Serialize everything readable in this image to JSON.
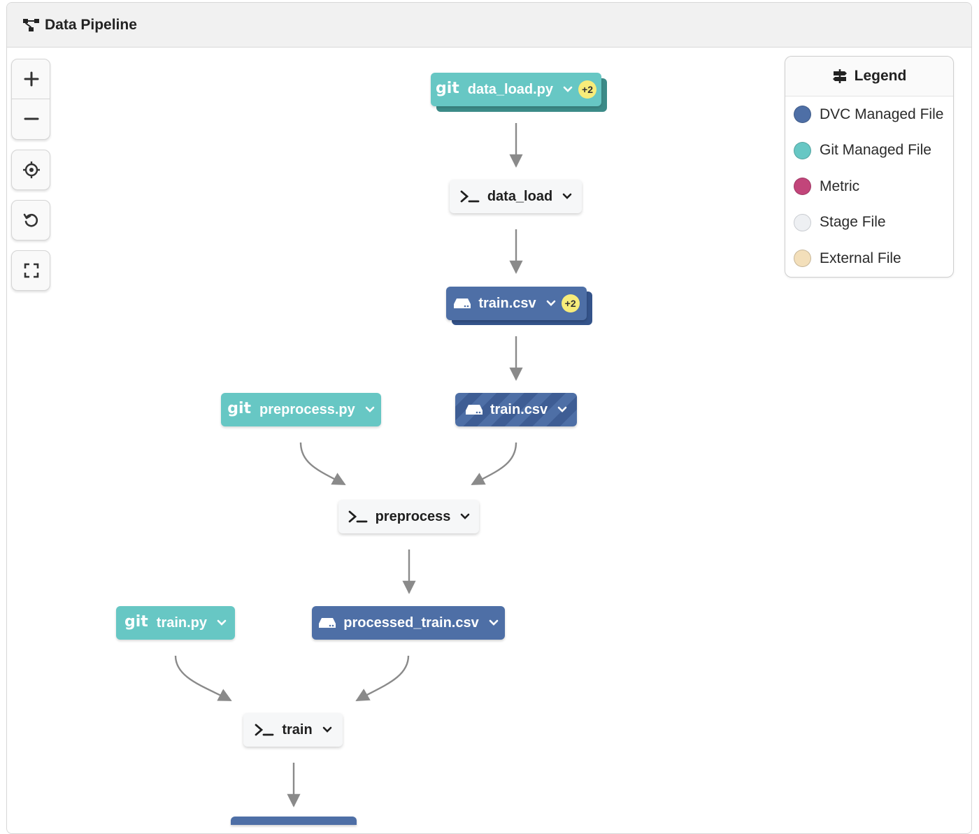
{
  "header": {
    "title": "Data Pipeline"
  },
  "controls": {
    "zoom_in": "zoom-in",
    "zoom_out": "zoom-out",
    "recenter": "recenter",
    "reset": "reset",
    "fullscreen": "fullscreen"
  },
  "legend": {
    "title": "Legend",
    "items": [
      {
        "label": "DVC Managed File",
        "color": "#4e6fa6"
      },
      {
        "label": "Git Managed File",
        "color": "#67c7c4"
      },
      {
        "label": "Metric",
        "color": "#c2457a"
      },
      {
        "label": "Stage File",
        "color": "#eef0f3"
      },
      {
        "label": "External File",
        "color": "#f3dfba"
      }
    ]
  },
  "nodes": {
    "data_load_py": {
      "label": "data_load.py",
      "prefix": "git",
      "badge": "+2"
    },
    "data_load": {
      "label": "data_load"
    },
    "train_csv_1": {
      "label": "train.csv",
      "badge": "+2"
    },
    "train_csv_2": {
      "label": "train.csv"
    },
    "preprocess_py": {
      "label": "preprocess.py",
      "prefix": "git"
    },
    "preprocess": {
      "label": "preprocess"
    },
    "train_py": {
      "label": "train.py",
      "prefix": "git"
    },
    "processed_train_csv": {
      "label": "processed_train.csv"
    },
    "train": {
      "label": "train"
    }
  }
}
